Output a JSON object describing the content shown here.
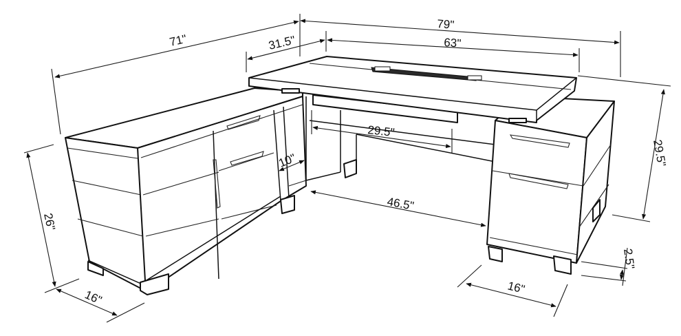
{
  "diagram": {
    "subject": "L-shaped desk dimension drawing",
    "components": {
      "desktop": "Desk top with grommet cable tray",
      "credenza": "Left return credenza with doors, drawers and open shelf",
      "pedestal": "Right file pedestal with two drawers",
      "keyboard_tray": "Pull-out tray under desk top"
    },
    "dimensions": {
      "overall_width": "79\"",
      "desktop_width": "63\"",
      "return_length": "71\"",
      "desktop_depth": "31.5\"",
      "tray_width": "29.5\"",
      "open_shelf_width": "10\"",
      "knee_space_width": "46.5\"",
      "desk_height": "29.5\"",
      "credenza_height": "26\"",
      "credenza_depth": "16\"",
      "pedestal_depth": "16\"",
      "leg_height": "2.5\""
    },
    "colors": {
      "line": "#111111",
      "background": "#ffffff"
    }
  }
}
